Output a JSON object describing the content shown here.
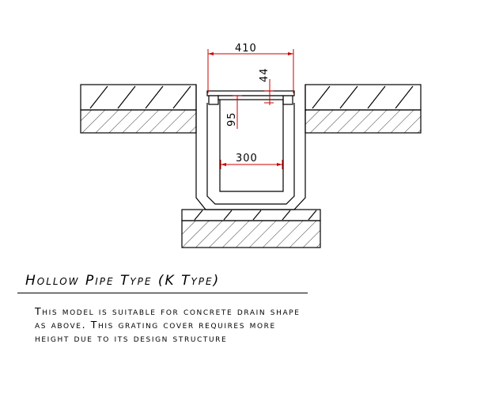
{
  "drawing": {
    "dimensions": {
      "grating_width": "410",
      "frame_height": "44",
      "pipe_depth": "95",
      "channel_width": "300"
    },
    "colors": {
      "line": "#000000",
      "dimension": "#cc0000"
    }
  },
  "caption": {
    "title": "Hollow Pipe Type (K Type)",
    "description_lines": [
      "This model is suitable for concrete drain shape",
      "as above. This grating cover requires more",
      "height due to its design structure"
    ]
  }
}
